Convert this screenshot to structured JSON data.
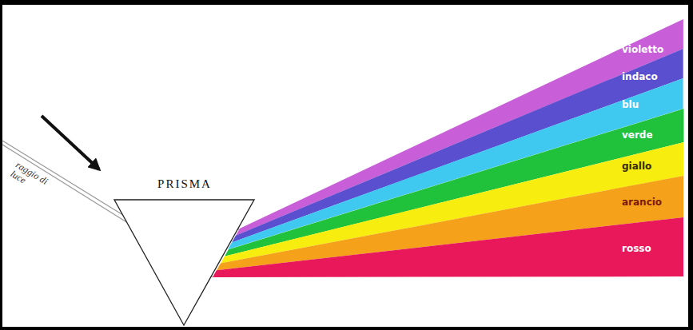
{
  "diagram": {
    "nodes": [
      {
        "text": [
          "PRISMA"
        ]
      },
      {
        "text": [
          "violetto"
        ]
      },
      {
        "text": [
          "indaco"
        ]
      },
      {
        "text": [
          "blu"
        ]
      },
      {
        "text": [
          "verde"
        ]
      },
      {
        "text": [
          "giallo"
        ]
      },
      {
        "text": [
          "arancio"
        ]
      },
      {
        "text": [
          "rosso"
        ]
      }
    ],
    "labels": [
      "raggio di luce"
    ]
  }
}
